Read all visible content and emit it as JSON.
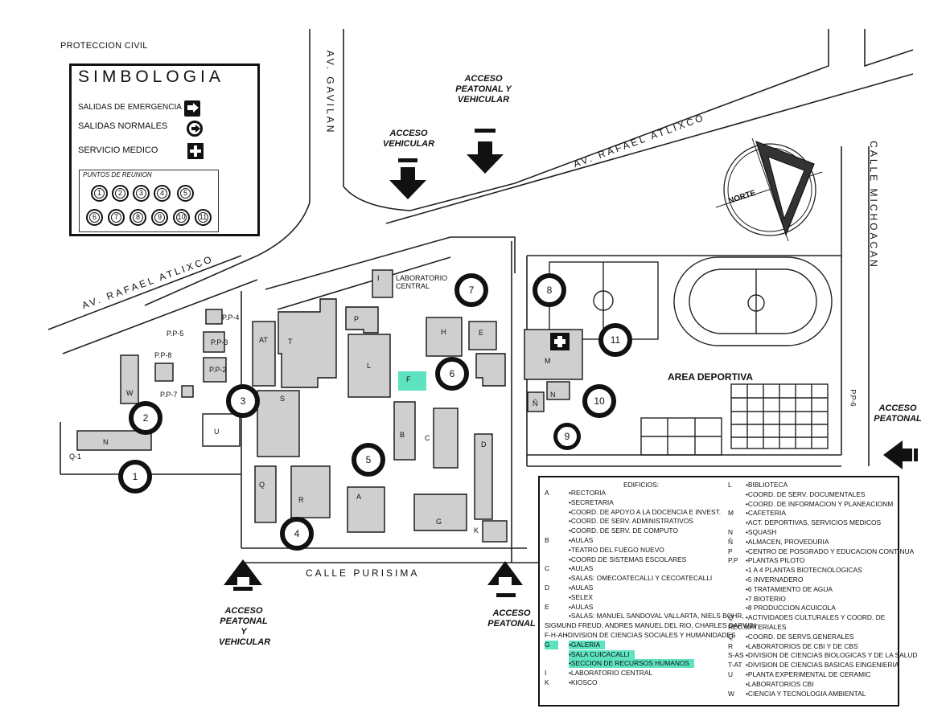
{
  "header": {
    "label": "PROTECCION CIVIL"
  },
  "simbologia": {
    "title": "SIMBOLOGIA",
    "items": [
      {
        "label": "SALIDAS DE EMERGENCIA",
        "icon": "emergency-exit-arrow-icon"
      },
      {
        "label": "SALIDAS NORMALES",
        "icon": "normal-exit-circle-arrow-icon"
      },
      {
        "label": "SERVICIO MEDICO",
        "icon": "medical-cross-icon"
      }
    ],
    "puntos_title": "PUNTOS DE REUNION",
    "puntos": [
      "1",
      "2",
      "3",
      "4",
      "5",
      "6",
      "7",
      "8",
      "9",
      "10",
      "11"
    ]
  },
  "roads": {
    "gavilan": "AV. GAVILAN",
    "atlixco_top": "AV. RAFAEL ATLIXCO",
    "atlixco_left": "AV. RAFAEL ATLIXCO",
    "michoacan": "CALLE MICHOACAN",
    "purisima": "CALLE PURISIMA"
  },
  "accesses": {
    "vehicular_top": "ACCESO VEHICULAR",
    "peatonal_vehicular_top": "ACCESO PEATONAL Y VEHICULAR",
    "peatonal_vehicular_bottom": "ACCESO PEATONAL Y VEHICULAR",
    "peatonal_bottom": "ACCESO PEATONAL",
    "peatonal_right": "ACCESO PEATONAL"
  },
  "compass": {
    "label": "NORTE"
  },
  "labels": {
    "laboratorio_central": "LABORATORIO CENTRAL",
    "area_deportiva": "AREA DEPORTIVA",
    "pp4": "P.P-4",
    "pp5": "P.P-5",
    "pp3": "P.P-3",
    "pp8": "P.P-8",
    "pp2": "P.P-2",
    "pp7": "P.P-7",
    "pp6": "P.P-6",
    "q1": "Q-1"
  },
  "buildings": [
    "A",
    "B",
    "C",
    "D",
    "E",
    "F",
    "G",
    "H",
    "I",
    "K",
    "L",
    "M",
    "N",
    "Ñ",
    "P",
    "Q",
    "R",
    "S",
    "T",
    "U",
    "W",
    "AT"
  ],
  "meeting_points": [
    "1",
    "2",
    "3",
    "4",
    "5",
    "6",
    "7",
    "8",
    "9",
    "10",
    "11"
  ],
  "legend": {
    "header": "EDIFICIOS:",
    "left": [
      {
        "code": "A",
        "text": "•RECTORIA"
      },
      {
        "code": "",
        "text": "•SECRETARIA"
      },
      {
        "code": "",
        "text": "•COORD. DE APOYO A LA DOCENCIA E INVEST."
      },
      {
        "code": "",
        "text": "•COORD. DE SERV. ADMINISTRATIVOS"
      },
      {
        "code": "",
        "text": "•COORD. DE SERV. DE COMPUTO"
      },
      {
        "code": "B",
        "text": "•AULAS"
      },
      {
        "code": "",
        "text": "•TEATRO DEL FUEGO NUEVO"
      },
      {
        "code": "",
        "text": "•COORD.DE SISTEMAS ESCOLARES"
      },
      {
        "code": "C",
        "text": "•AULAS"
      },
      {
        "code": "",
        "text": "•SALAS: OMECOATECALLI Y CECOATECALLI"
      },
      {
        "code": "D",
        "text": "•AULAS"
      },
      {
        "code": "",
        "text": "•SELEX"
      },
      {
        "code": "E",
        "text": "•AULAS"
      },
      {
        "code": "",
        "text": "•SALAS: MANUEL SANDOVAL VALLARTA, NIELS BOHR,"
      },
      {
        "code": "",
        "text": "SIGMUND FREUD, ANDRES MANUEL DEL RIO, CHARLES DARWIN"
      },
      {
        "code": "F-H-AH",
        "text": "•DIVISION DE CIENCIAS SOCIALES Y HUMANIDADES"
      },
      {
        "code": "G",
        "text": "•GALERIA"
      },
      {
        "code": "",
        "text": "•SALA CUICACALLI"
      },
      {
        "code": "",
        "text": "•SECCION DE RECURSOS HUMANOS"
      },
      {
        "code": "I",
        "text": "•LABORATORIO CENTRAL"
      },
      {
        "code": "K",
        "text": "•KIOSCO"
      }
    ],
    "right": [
      {
        "code": "L",
        "text": "•BIBLIOTECA"
      },
      {
        "code": "",
        "text": "•COORD. DE SERV. DOCUMENTALES"
      },
      {
        "code": "",
        "text": "•COORD. DE INFORMACION Y PLANEACIONM"
      },
      {
        "code": "M",
        "text": "•CAFETERIA"
      },
      {
        "code": "",
        "text": "•ACT. DEPORTIVAS, SERVICIOS MEDICOS"
      },
      {
        "code": "N",
        "text": "•SQUASH"
      },
      {
        "code": "Ñ",
        "text": "•ALMACEN, PROVEDURIA"
      },
      {
        "code": "P",
        "text": "•CENTRO DE POSGRADO Y EDUCACION CONTINUA"
      },
      {
        "code": "P.P",
        "text": "•PLANTAS PILOTO"
      },
      {
        "code": "",
        "text": "•1 A 4 PLANTAS  BIOTECNOLOGICAS"
      },
      {
        "code": "",
        "text": "•5 INVERNADERO"
      },
      {
        "code": "",
        "text": "•6 TRATAMIENTO DE AGUA"
      },
      {
        "code": "",
        "text": "•7 BIOTERIO"
      },
      {
        "code": "",
        "text": "•8 PRODUCCION ACUICOLA"
      },
      {
        "code": "Q",
        "text": "•ACTIVIDADES CULTURALES Y COORD. DE"
      },
      {
        "code": "",
        "text": "REC.MATERIALES"
      },
      {
        "code": "Q",
        "text": "•COORD. DE SERVS.GENERALES"
      },
      {
        "code": "R",
        "text": "•LABORATORIOS DE CBI Y DE CBS"
      },
      {
        "code": "S-AS",
        "text": "•DIVISION DE CIENCIAS BIOLOGICAS Y DE LA SALUD"
      },
      {
        "code": "T-AT",
        "text": "•DIVISION DE CIENCIAS BASICAS EINGENIERIA"
      },
      {
        "code": "U",
        "text": "•PLANTA EXPERIMENTAL DE CERAMIC"
      },
      {
        "code": "",
        "text": "•LABORATORIOS CBI"
      },
      {
        "code": "W",
        "text": "•CIENCIA Y TECNOLOGIA AMBIENTAL"
      }
    ],
    "highlight_color": "#5ee3c1"
  }
}
